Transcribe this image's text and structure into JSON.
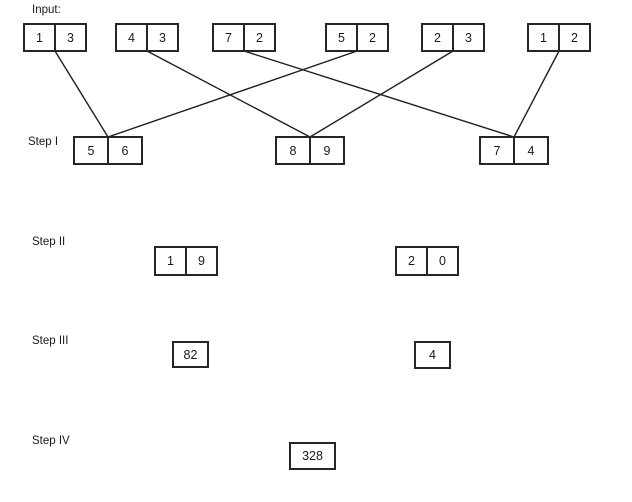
{
  "diagram": {
    "input_label": "Input:",
    "step_labels": {
      "step1": "Step I",
      "step2": "Step II",
      "step3": "Step III",
      "step4": "Step IV"
    },
    "input_boxes": [
      [
        "1",
        "3"
      ],
      [
        "4",
        "3"
      ],
      [
        "7",
        "2"
      ],
      [
        "5",
        "2"
      ],
      [
        "2",
        "3"
      ],
      [
        "1",
        "2"
      ]
    ],
    "step1_boxes": [
      [
        "5",
        "6"
      ],
      [
        "8",
        "9"
      ],
      [
        "7",
        "4"
      ]
    ],
    "step2_boxes": [
      [
        "1",
        "9"
      ],
      [
        "2",
        "0"
      ]
    ],
    "step3_boxes": [
      "82",
      "4"
    ],
    "step4_boxes": [
      "328"
    ],
    "connections": [
      {
        "from": "in-0",
        "to": "s1-0"
      },
      {
        "from": "in-1",
        "to": "s1-1"
      },
      {
        "from": "in-2",
        "to": "s1-2"
      },
      {
        "from": "in-3",
        "to": "s1-0"
      },
      {
        "from": "in-4",
        "to": "s1-1"
      },
      {
        "from": "in-5",
        "to": "s1-2"
      }
    ],
    "line_color": "#1f1f1f"
  }
}
